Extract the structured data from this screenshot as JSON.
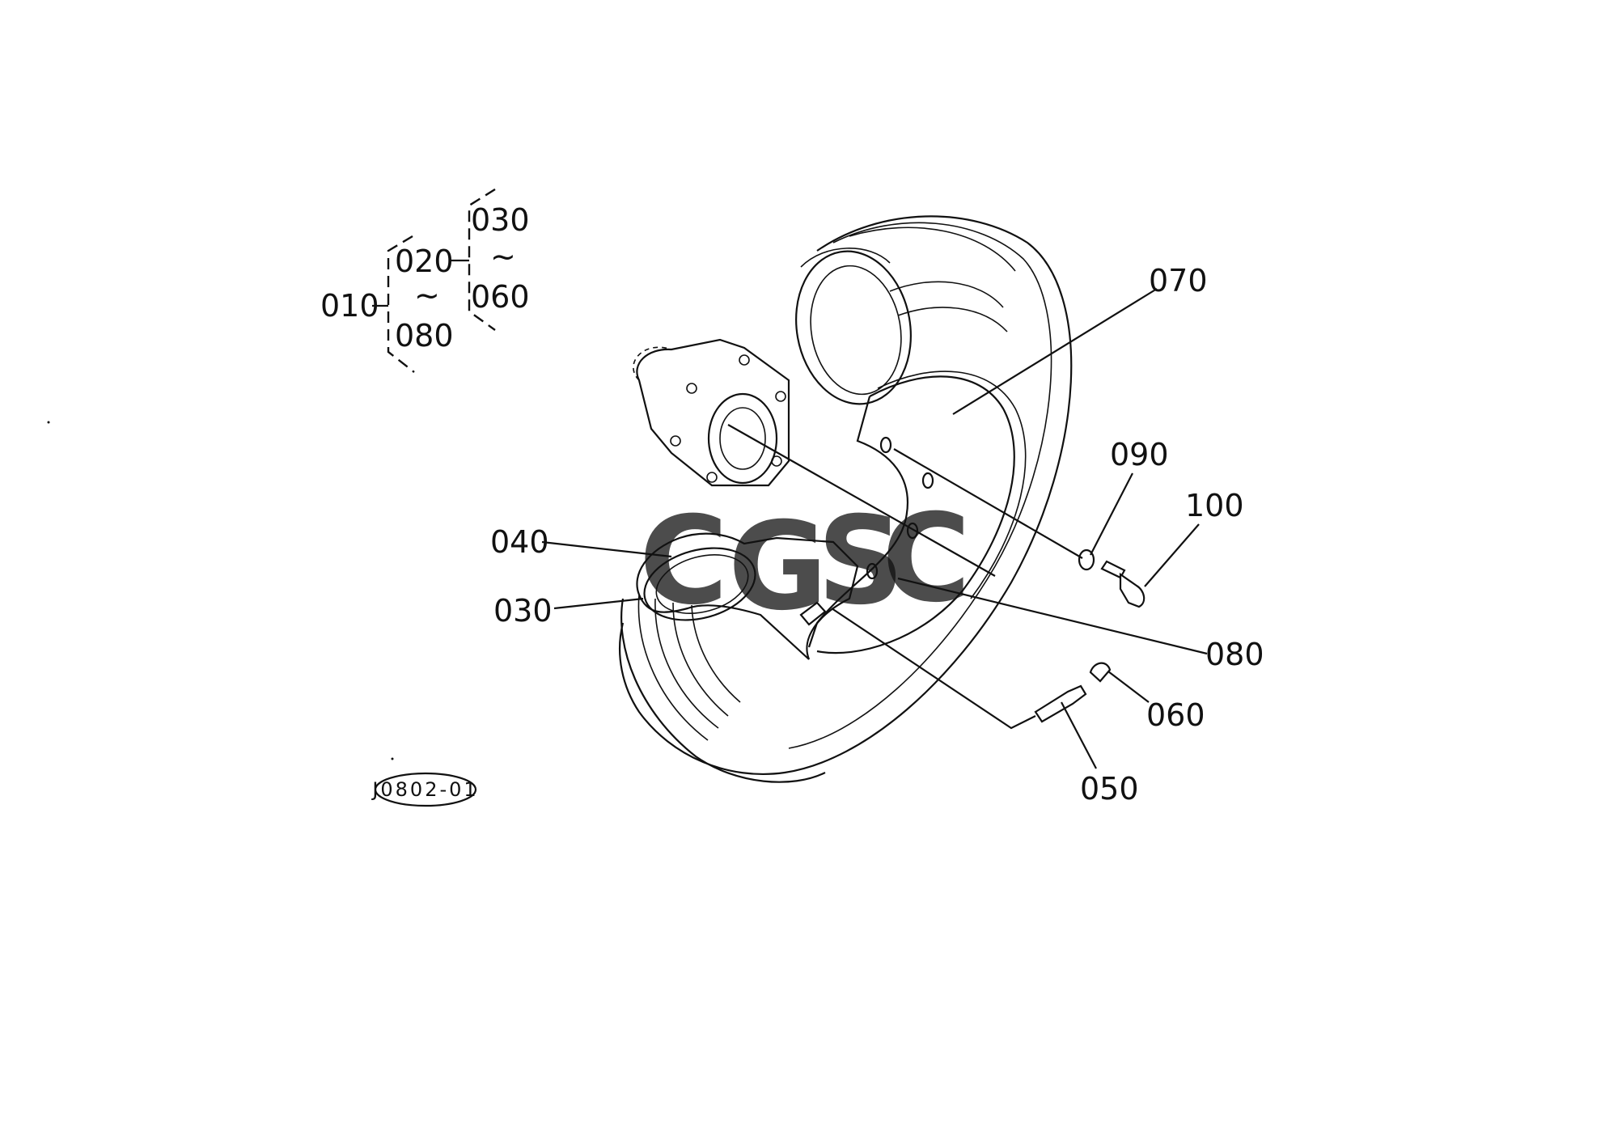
{
  "tree": {
    "root": "010",
    "child_top": "020",
    "child_tilde": "~",
    "child_bottom": "080",
    "grandchild_top": "030",
    "grandchild_tilde": "~",
    "grandchild_bottom": "060"
  },
  "callouts": {
    "c070": "070",
    "c090": "090",
    "c100": "100",
    "c040": "040",
    "c030": "030",
    "c080": "080",
    "c060": "060",
    "c050": "050"
  },
  "drawing_code": "J0802-01",
  "watermark": {
    "letters": [
      "C",
      "G",
      "S",
      "C"
    ],
    "colors": [
      "#3b74e8",
      "#e8434a",
      "#f6c531",
      "#2e9a63"
    ]
  }
}
